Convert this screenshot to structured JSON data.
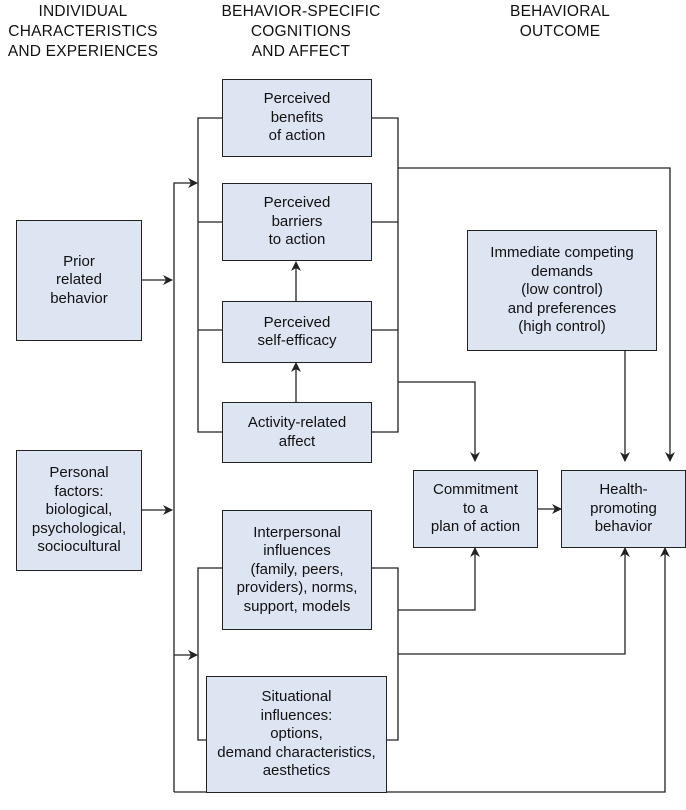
{
  "headers": {
    "col1": "INDIVIDUAL\nCHARACTERISTICS\nAND EXPERIENCES",
    "col2": "BEHAVIOR-SPECIFIC\nCOGNITIONS\nAND AFFECT",
    "col3": "BEHAVIORAL\nOUTCOME"
  },
  "boxes": {
    "prior_behavior": "Prior\nrelated\nbehavior",
    "personal_factors": "Personal\nfactors:\nbiological,\npsychological,\nsociocultural",
    "perceived_benefits": "Perceived\nbenefits\nof action",
    "perceived_barriers": "Perceived\nbarriers\nto action",
    "self_efficacy": "Perceived\nself-efficacy",
    "activity_affect": "Activity-related\naffect",
    "interpersonal": "Interpersonal\ninfluences\n(family, peers,\nproviders), norms,\nsupport, models",
    "situational": "Situational\ninfluences:\noptions,\ndemand characteristics,\naesthetics",
    "competing_demands": "Immediate competing\ndemands\n(low control)\nand preferences\n(high control)",
    "commitment": "Commitment\nto a\nplan of action",
    "health_behavior": "Health-\npromoting\nbehavior"
  },
  "colors": {
    "box_fill": "#dde4f2",
    "line": "#222222"
  }
}
